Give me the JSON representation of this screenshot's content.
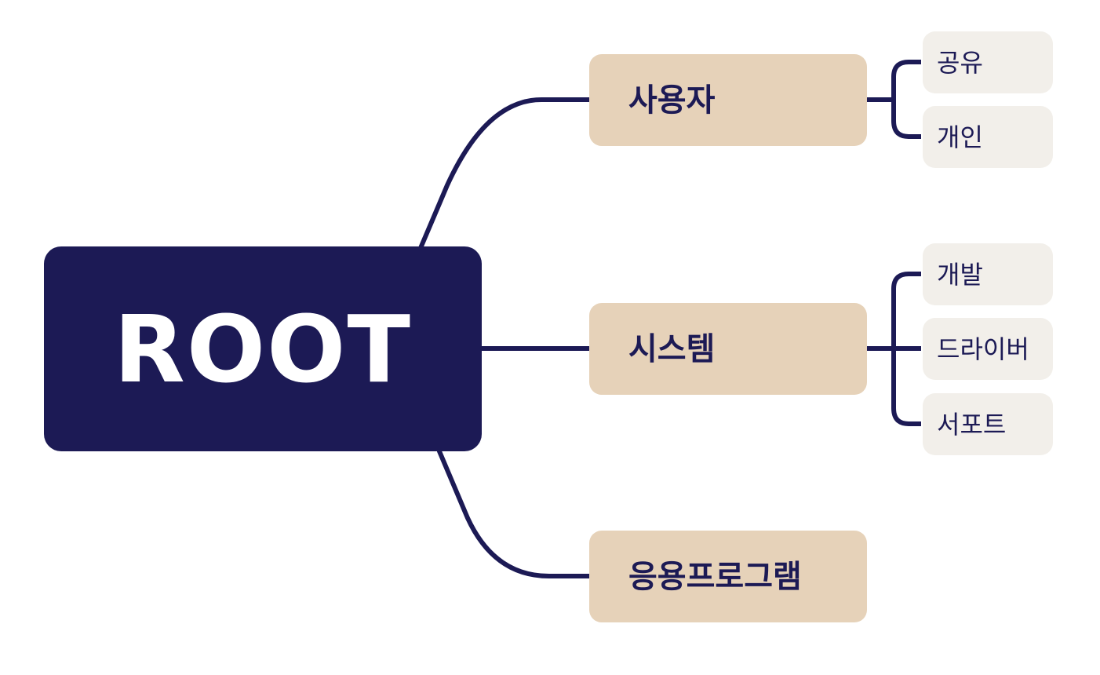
{
  "colors": {
    "root_fill": "#1c1a55",
    "root_text": "#ffffff",
    "branch_fill": "#e6d2b9",
    "leaf_fill": "#f2efea",
    "text": "#1c1a55",
    "connector": "#1c1a55"
  },
  "root": {
    "label": "ROOT"
  },
  "branches": [
    {
      "label": "사용자",
      "children": [
        {
          "label": "공유"
        },
        {
          "label": "개인"
        }
      ]
    },
    {
      "label": "시스템",
      "children": [
        {
          "label": "개발"
        },
        {
          "label": "드라이버"
        },
        {
          "label": "서포트"
        }
      ]
    },
    {
      "label": "응용프로그램",
      "children": []
    }
  ]
}
